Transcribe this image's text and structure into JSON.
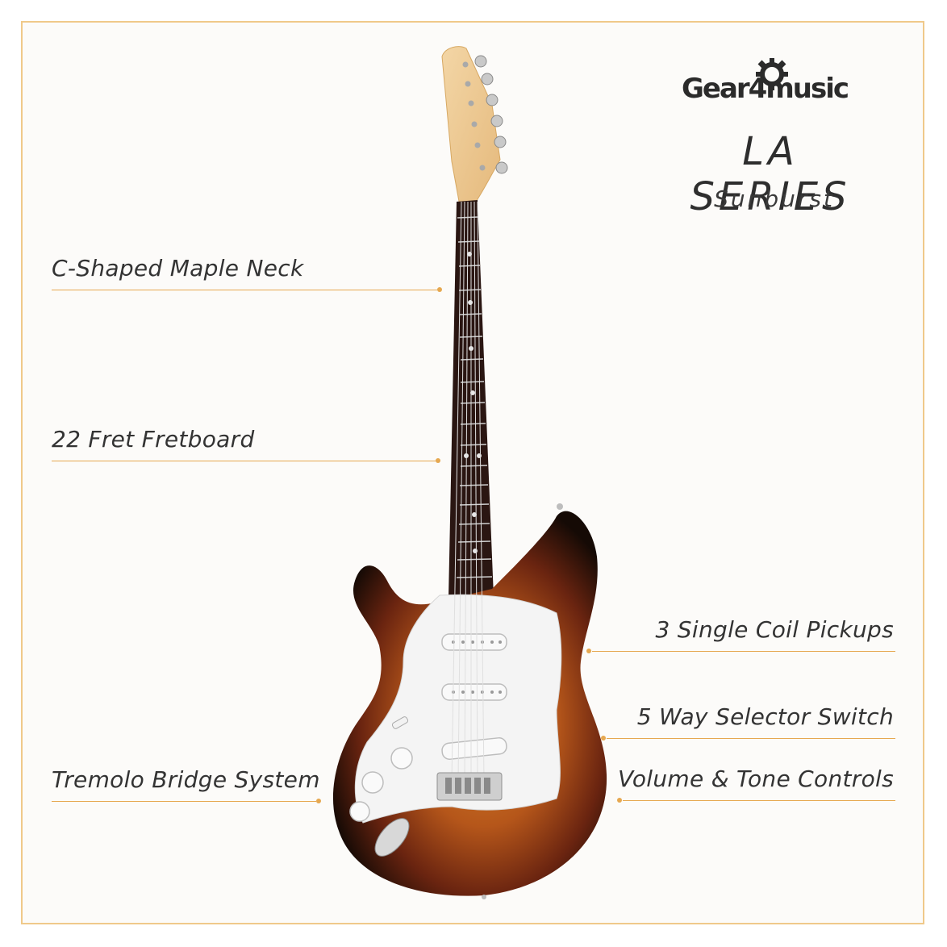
{
  "brand": {
    "name": "Gear4music"
  },
  "product": {
    "series": "LA SERIES",
    "finish": "Sunburst"
  },
  "features": {
    "neck": "C-Shaped Maple Neck",
    "fretboard": "22 Fret Fretboard",
    "bridge": "Tremolo Bridge System",
    "pickups": "3 Single Coil Pickups",
    "switch": "5 Way Selector Switch",
    "controls": "Volume & Tone Controls"
  },
  "colors": {
    "accent": "#e6a850",
    "border": "#f0c98a",
    "text": "#333333",
    "sunburst_center": "#c8661e",
    "sunburst_edge": "#1a0d06"
  }
}
